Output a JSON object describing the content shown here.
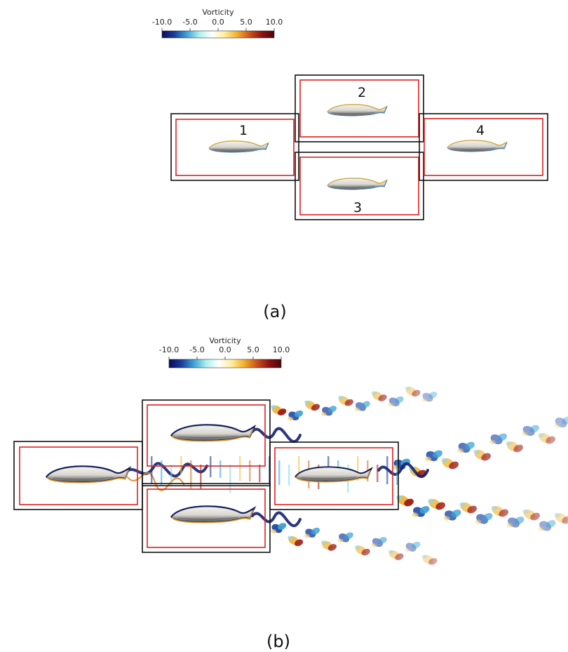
{
  "colorbar": {
    "title": "Vorticity",
    "ticks": [
      "-10.0",
      "-5.0",
      "0.0",
      "5.0",
      "10.0"
    ],
    "colors": [
      "#0a0a5a",
      "#1b3c9c",
      "#3fa3d8",
      "#aef0ee",
      "#ffffff",
      "#ffeea0",
      "#f3b12d",
      "#d0541c",
      "#8e1313",
      "#4a0509"
    ]
  },
  "panel_a": {
    "label": "(a)",
    "fish_numbers": [
      "1",
      "2",
      "3",
      "4"
    ]
  },
  "panel_b": {
    "label": "(b)"
  },
  "colors": {
    "outer_box": "#111111",
    "inner_box": "#e02020",
    "fish_body": "#e8e6e0",
    "fish_shadow": "#8a8a8a"
  }
}
